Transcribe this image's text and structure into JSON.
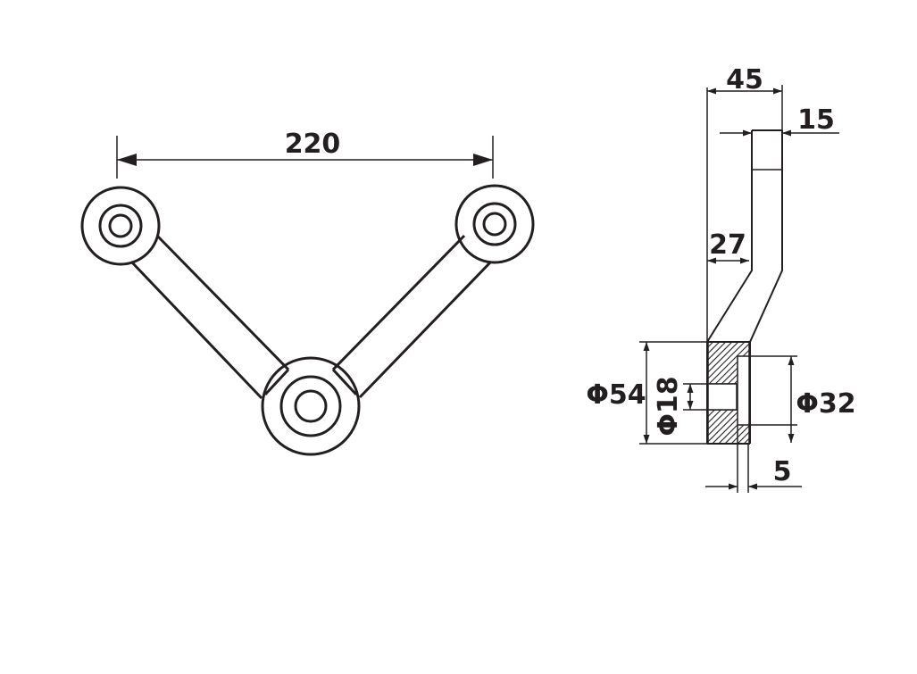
{
  "dimensions": {
    "span": "220",
    "depth": "45",
    "tab_width": "15",
    "offset": "27",
    "outer_diameter": "Φ54",
    "hole_diameter": "Φ18",
    "boss_diameter": "Φ32",
    "plate_gap": "5"
  },
  "colors": {
    "ink": "#231f20",
    "paper": "#ffffff"
  }
}
